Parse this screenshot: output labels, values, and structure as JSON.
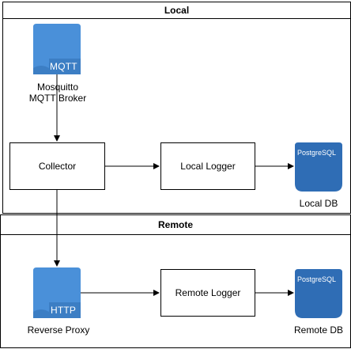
{
  "local": {
    "title": "Local",
    "mqtt_icon_label": "MQTT",
    "broker_label_line1": "Mosquitto",
    "broker_label_line2": "MQTT Broker",
    "collector_label": "Collector",
    "logger_label": "Local Logger",
    "db_icon_label": "PostgreSQL",
    "db_label": "Local DB"
  },
  "remote": {
    "title": "Remote",
    "http_icon_label": "HTTP",
    "proxy_label": "Reverse Proxy",
    "logger_label": "Remote Logger",
    "db_icon_label": "PostgreSQL",
    "db_label": "Remote DB"
  },
  "colors": {
    "icon_blue": "#4a90d9",
    "icon_blue_dark": "#3c7ec4",
    "db_blue": "#2f6db5",
    "line": "#000000"
  }
}
